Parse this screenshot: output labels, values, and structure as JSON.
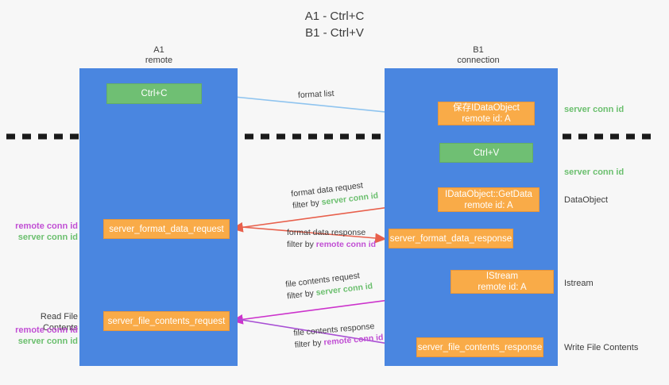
{
  "title": {
    "line1": "A1 - Ctrl+C",
    "line2": "B1 - Ctrl+V"
  },
  "colors": {
    "lane": "#4a86e0",
    "green_box": "#6fbf73",
    "orange_box": "#f9ab48",
    "server_conn_id": "#6bbf6e",
    "remote_conn_id": "#c14fd4",
    "background": "#f7f7f7",
    "arrow_blue": "#8fc4ef",
    "arrow_red": "#e8604c",
    "arrow_magenta": "#cc33cc",
    "arrow_purple": "#a84fd4",
    "arrow_black": "#000000",
    "divider": "#1a1a1a"
  },
  "columns": [
    {
      "name": "A1",
      "sub": "remote"
    },
    {
      "name": "B1",
      "sub": "connection"
    }
  ],
  "boxes": {
    "ctrl_c": {
      "label": "Ctrl+C",
      "type": "green"
    },
    "save_idataobject": {
      "line1": "保存IDataObject",
      "line2": "remote id: A",
      "type": "orange"
    },
    "ctrl_v": {
      "label": "Ctrl+V",
      "type": "green"
    },
    "getdata": {
      "line1": "IDataObject::GetData",
      "line2": "remote id: A",
      "type": "orange"
    },
    "istream": {
      "line1": "IStream",
      "line2": "remote id: A",
      "type": "orange"
    },
    "server_format_data_request": {
      "label": "server_format_data_request",
      "type": "orange"
    },
    "server_format_data_response": {
      "label": "server_format_data_response",
      "type": "orange"
    },
    "server_file_contents_request": {
      "label": "server_file_contents_request",
      "type": "orange"
    },
    "server_file_contents_response": {
      "label": "server_file_contents_response",
      "type": "orange"
    }
  },
  "captions": {
    "format_list": "format list",
    "format_data_request": "format data request",
    "format_data_request_filter_prefix": "filter by ",
    "format_data_request_filter_value": "server conn id",
    "format_data_response": "format data response",
    "format_data_response_filter_prefix": "filter by ",
    "format_data_response_filter_value": "remote conn id",
    "file_contents_request": "file contents request",
    "file_contents_request_filter_prefix": "filter by ",
    "file_contents_request_filter_value": "server conn id",
    "file_contents_response": "file contents response",
    "file_contents_response_filter_prefix": "filter by ",
    "file_contents_response_filter_value": "remote conn id"
  },
  "side_labels": {
    "server_conn_id_top": "server conn id",
    "server_conn_id_mid": "server conn id",
    "dataobject": "DataObject",
    "istream": "Istream",
    "write_file_contents": "Write File Contents",
    "read_file_contents": "Read File Contents",
    "remote_conn_id": "remote conn id",
    "server_conn_id": "server conn id"
  }
}
